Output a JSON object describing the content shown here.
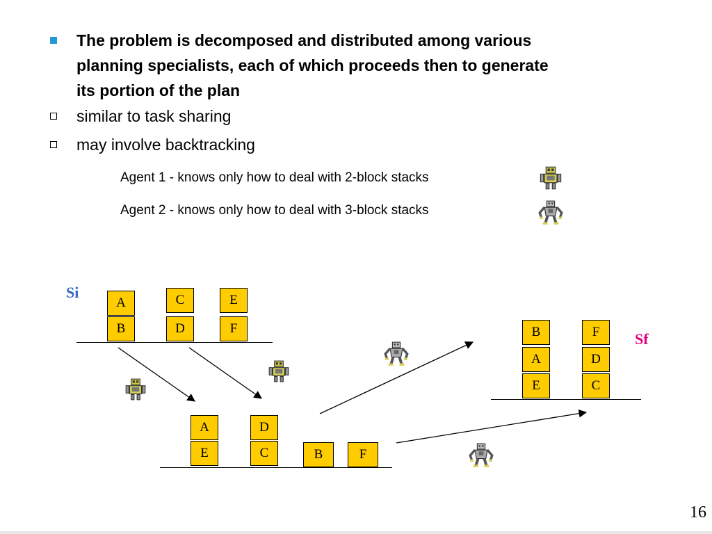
{
  "bullets": {
    "main": {
      "lines": [
        "The problem is decomposed and distributed among various",
        "planning specialists, each of which proceeds then to generate",
        "its portion of the plan"
      ],
      "marker_color": "#1f9ad6"
    },
    "sub1": "similar to task sharing",
    "sub2": "may involve backtracking"
  },
  "agents": {
    "agent1": "Agent 1 -  knows only how to deal with 2-block stacks",
    "agent2": "Agent 2 -  knows only how to deal with 3-block stacks"
  },
  "diagram": {
    "initial_label": "Si",
    "final_label": "Sf",
    "initial_label_color": "#3366cc",
    "final_label_color": "#e6007e",
    "block_color": "#ffcc00",
    "initial_state": {
      "stack1": [
        "A",
        "B"
      ],
      "stack2": [
        "C",
        "D"
      ],
      "stack3": [
        "E",
        "F"
      ]
    },
    "middle_state": {
      "stack1": [
        "A",
        "E"
      ],
      "stack2": [
        "D",
        "C"
      ],
      "single1": "B",
      "single2": "F"
    },
    "final_state": {
      "stack1": [
        "B",
        "A",
        "E"
      ],
      "stack2": [
        "F",
        "D",
        "C"
      ]
    }
  },
  "page_number": "16"
}
